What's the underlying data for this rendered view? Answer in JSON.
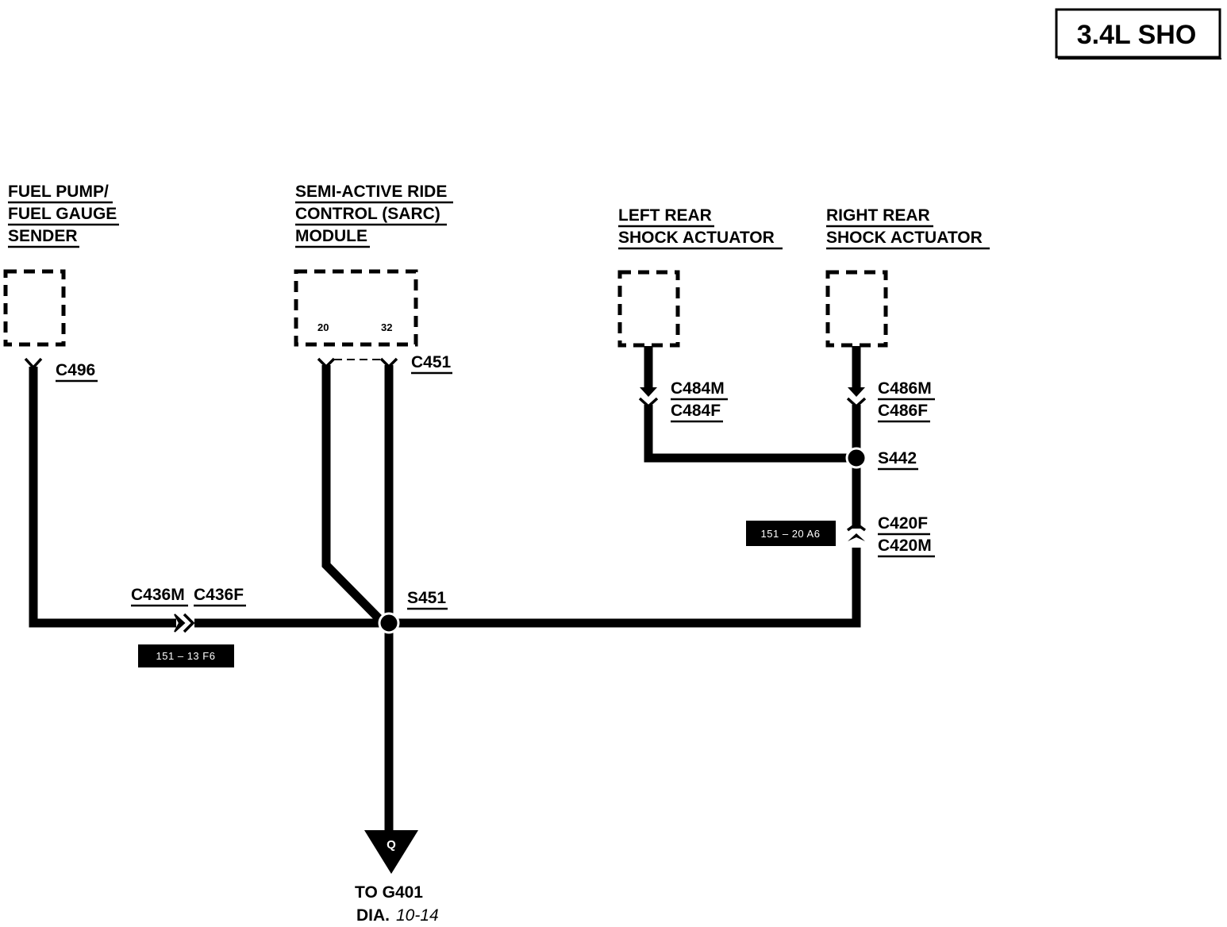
{
  "engine_badge": "3.4L SHO",
  "components": {
    "fuel_pump": [
      "FUEL PUMP/",
      "FUEL GAUGE",
      "SENDER"
    ],
    "sarc_module": [
      "SEMI-ACTIVE RIDE",
      "CONTROL (SARC)",
      "MODULE"
    ],
    "left_rear_shock": [
      "LEFT REAR",
      "SHOCK ACTUATOR"
    ],
    "right_rear_shock": [
      "RIGHT REAR",
      "SHOCK ACTUATOR"
    ]
  },
  "pins": {
    "sarc_pin_a": "20",
    "sarc_pin_b": "32"
  },
  "connectors": {
    "c496": "C496",
    "c451": "C451",
    "c484m": "C484M",
    "c484f": "C484F",
    "c486m": "C486M",
    "c486f": "C486F",
    "c436m": "C436M",
    "c436f": "C436F",
    "c420f": "C420F",
    "c420m": "C420M"
  },
  "splices": {
    "s442": "S442",
    "s451": "S451"
  },
  "location_refs": {
    "ref_c436": "151 – 13 F6",
    "ref_c420": "151 – 20 A6"
  },
  "ground": {
    "marker": "Q",
    "to": "TO G401",
    "dia_prefix": "DIA.",
    "dia_number": "10-14"
  }
}
